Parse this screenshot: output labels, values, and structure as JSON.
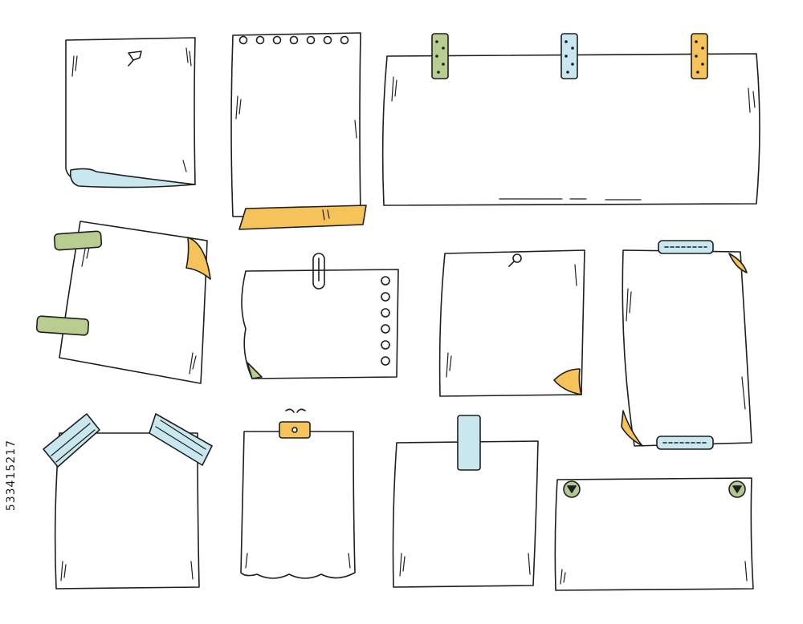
{
  "image": {
    "description_kind": "doodle-notes-set",
    "colors": {
      "outline": "#1e1e1e",
      "paper": "#ffffff",
      "yellow": "#f6c25a",
      "blue": "#c9e7ee",
      "green": "#b8cd8f",
      "pin": "#b3c792"
    },
    "notes": [
      {
        "id": "curled-corner",
        "icon": "pushpin-icon"
      },
      {
        "id": "spiral-notepad",
        "icon": "spiral-rings"
      },
      {
        "id": "wide-taped",
        "icon": "washi-tape"
      },
      {
        "id": "taped-left",
        "icon": "washi-tape"
      },
      {
        "id": "paperclip-ring",
        "icon": "paperclip-icon"
      },
      {
        "id": "pinned-square",
        "icon": "pushpin-icon"
      },
      {
        "id": "vertical-curled",
        "icon": "washi-tape"
      },
      {
        "id": "corner-taped",
        "icon": "washi-tape"
      },
      {
        "id": "binder-clip",
        "icon": "binder-clip-icon"
      },
      {
        "id": "tape-square",
        "icon": "washi-tape"
      },
      {
        "id": "button-card",
        "icon": "push-button-icon"
      }
    ],
    "watermark_id": "533415217"
  }
}
